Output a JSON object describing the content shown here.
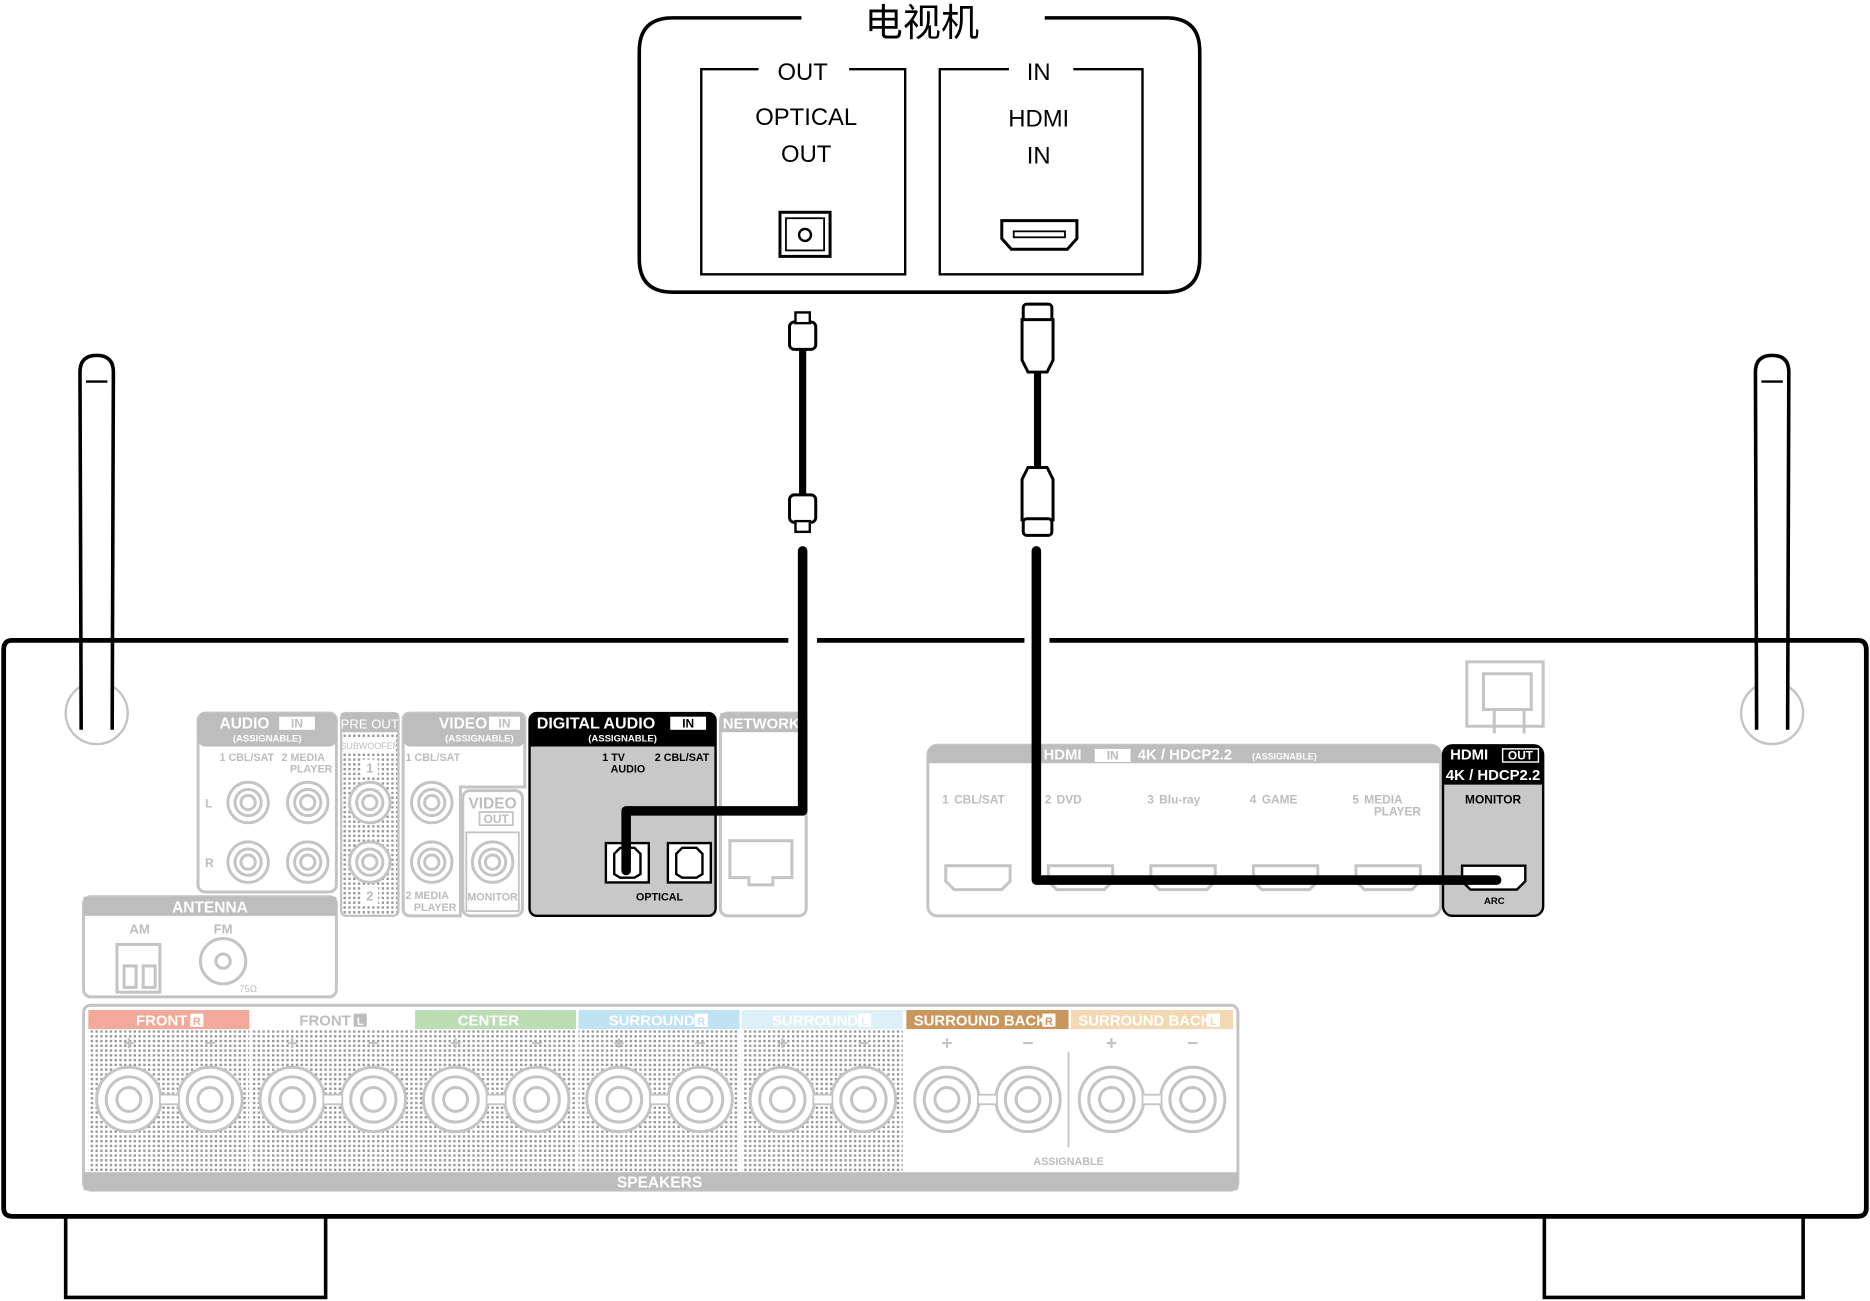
{
  "tv": {
    "title": "电视机",
    "out_box": {
      "header": "OUT",
      "line1": "OPTICAL",
      "line2": "OUT"
    },
    "in_box": {
      "header": "IN",
      "line1": "HDMI",
      "line2": "IN"
    }
  },
  "receiver": {
    "audio_in": {
      "title": "AUDIO",
      "badge": "IN",
      "sub": "(ASSIGNABLE)",
      "input1": "1 CBL/SAT",
      "input2a": "2  MEDIA",
      "input2b": "PLAYER",
      "left": "L",
      "right": "R"
    },
    "pre_out": {
      "title": "PRE OUT",
      "sub": "SUBWOOFER",
      "n1": "1",
      "n2": "2"
    },
    "video_in": {
      "title": "VIDEO",
      "badge": "IN",
      "sub": "(ASSIGNABLE)",
      "input1": "1 CBL/SAT",
      "input2a": "2  MEDIA",
      "input2b": "PLAYER"
    },
    "video_out": {
      "title": "VIDEO",
      "badge": "OUT",
      "label": "MONITOR"
    },
    "digital_audio": {
      "title": "DIGITAL AUDIO",
      "badge": "IN",
      "sub": "(ASSIGNABLE)",
      "input1a": "1   TV",
      "input1b": "AUDIO",
      "input2": "2 CBL/SAT",
      "label": "OPTICAL"
    },
    "network": {
      "title": "NETWORK"
    },
    "antenna": {
      "title": "ANTENNA",
      "am": "AM",
      "fm": "FM",
      "ohm": "75Ω"
    },
    "hdmi_in": {
      "title": "HDMI",
      "badge": "IN",
      "spec": "4K / HDCP2.2",
      "sub": "(ASSIGNABLE)",
      "inputs": [
        {
          "n": "1",
          "label": "CBL/SAT",
          "label2": ""
        },
        {
          "n": "2",
          "label": "DVD",
          "label2": ""
        },
        {
          "n": "3",
          "label": "Blu-ray",
          "label2": ""
        },
        {
          "n": "4",
          "label": "GAME",
          "label2": ""
        },
        {
          "n": "5",
          "label": "MEDIA",
          "label2": "PLAYER"
        }
      ]
    },
    "hdmi_out": {
      "title": "HDMI",
      "badge": "OUT",
      "spec": "4K / HDCP2.2",
      "label": "MONITOR",
      "arc": "ARC"
    },
    "speakers": {
      "title": "SPEAKERS",
      "assignable": "ASSIGNABLE",
      "plus": "+",
      "minus": "−",
      "channels": [
        {
          "label": "FRONT",
          "side": "R",
          "color": "#f2a999",
          "dotted": true
        },
        {
          "label": "FRONT",
          "side": "L",
          "color": "#ffffff",
          "dotted": true
        },
        {
          "label": "CENTER",
          "side": "",
          "color": "#bcdcb4",
          "dotted": true
        },
        {
          "label": "SURROUND",
          "side": "R",
          "color": "#bfe3f2",
          "dotted": true
        },
        {
          "label": "SURROUND",
          "side": "L",
          "color": "#ddf0f8",
          "dotted": true
        },
        {
          "label": "SURROUND BACK",
          "side": "R",
          "color": "#c9965c",
          "dotted": false
        },
        {
          "label": "SURROUND BACK",
          "side": "L",
          "color": "#f3d9b3",
          "dotted": false
        }
      ]
    }
  }
}
